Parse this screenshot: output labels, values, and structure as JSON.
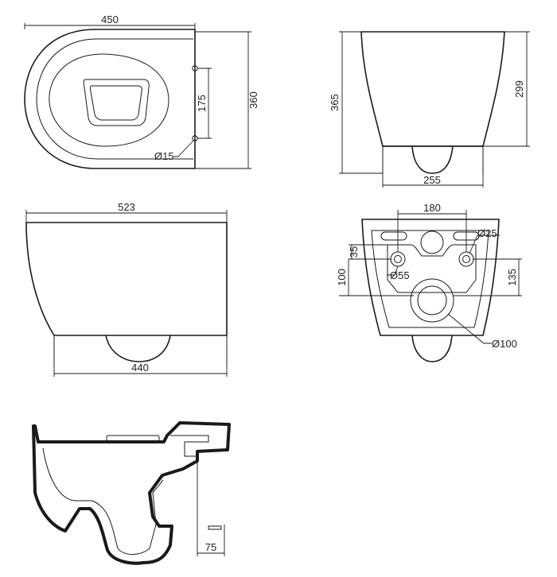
{
  "views": {
    "top": {
      "width_label": "450",
      "depth_label": "360",
      "bolt_spacing_label": "175",
      "bolt_hole_label": "Ø15"
    },
    "front": {
      "height_label": "365",
      "bowl_height_label": "299",
      "base_width_label": "255"
    },
    "side": {
      "length_label": "523",
      "base_length_label": "440"
    },
    "rear": {
      "bolt_spacing_label": "180",
      "bolt_hole_label": "Ø25",
      "offset_label": "35",
      "height_a_label": "100",
      "height_b_label": "135",
      "inlet_label": "Ø55",
      "outlet_label": "Ø100"
    },
    "section": {
      "wall_clearance_label": "75"
    }
  }
}
